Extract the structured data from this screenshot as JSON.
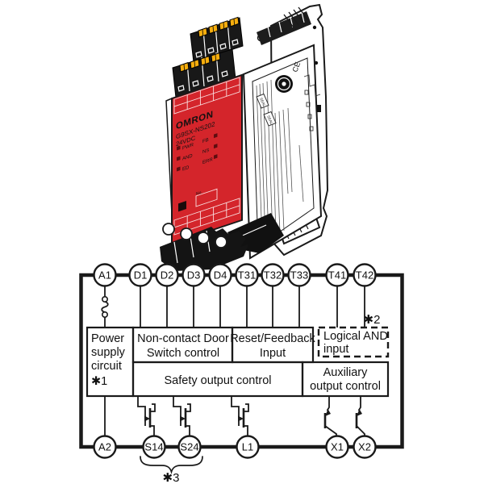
{
  "product": {
    "brand": "OMRON",
    "model": "G9SX-NS202",
    "voltage": "24VDC",
    "indicator_rows": [
      {
        "left": "PWR",
        "right": "FB"
      },
      {
        "left": "AND",
        "right": "NS"
      },
      {
        "left": "ED",
        "right": "ERR"
      }
    ],
    "seal_label": "SEAL",
    "no_label": "No.",
    "ce_mark": "CE",
    "colors": {
      "body_red": "#d4252b",
      "clamp_yellow": "#f6ae0e",
      "line": "#1a1a1a"
    }
  },
  "diagram": {
    "top_terminals": [
      "A1",
      "D1",
      "D2",
      "D3",
      "D4",
      "T31",
      "T32",
      "T33",
      "T41",
      "T42"
    ],
    "bottom_terminals": [
      "A2",
      "S14",
      "S24",
      "L1",
      "X1",
      "X2"
    ],
    "blocks": {
      "power": {
        "lines": [
          "Power",
          "supply",
          "circuit",
          "✱1"
        ]
      },
      "door": {
        "line1": "Non-contact Door",
        "line2": "Switch control"
      },
      "reset": {
        "line1": "Reset/Feedback",
        "line2": "Input"
      },
      "logical": {
        "line1": "Logical AND",
        "line2": "input",
        "note": "✱2"
      },
      "safety": {
        "label": "Safety output control"
      },
      "aux": {
        "line1": "Auxiliary",
        "line2": "output control"
      }
    },
    "notes": {
      "n3": "✱3"
    },
    "symbols": {
      "power_input": "fuse-symbol",
      "safety_outputs": "mosfet-symbol",
      "aux_outputs": "pnp-transistor-symbol"
    }
  }
}
